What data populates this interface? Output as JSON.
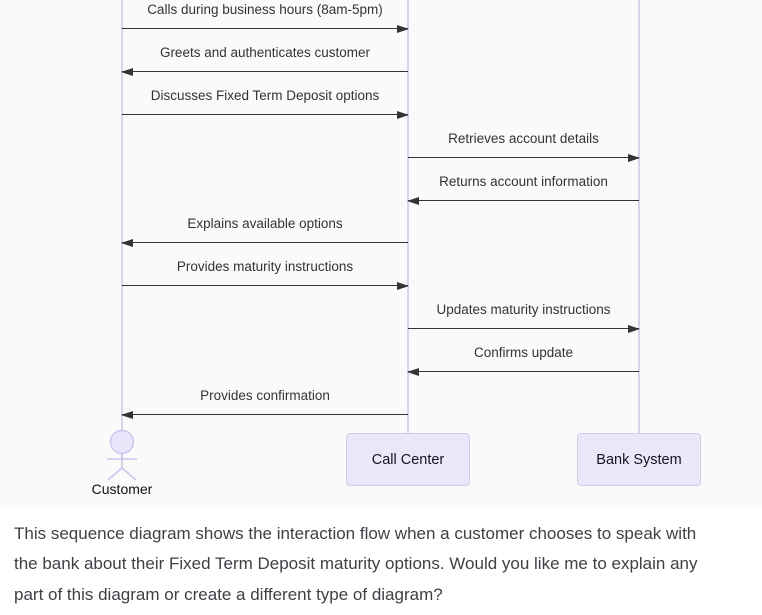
{
  "diagram": {
    "type": "sequence",
    "participants": [
      {
        "name": "Customer",
        "kind": "actor"
      },
      {
        "name": "Call Center",
        "kind": "participant"
      },
      {
        "name": "Bank System",
        "kind": "participant"
      }
    ],
    "messages": [
      {
        "label": "Calls during business hours (8am-5pm)",
        "from": "Customer",
        "to": "Call Center"
      },
      {
        "label": "Greets and authenticates customer",
        "from": "Call Center",
        "to": "Customer"
      },
      {
        "label": "Discusses Fixed Term Deposit options",
        "from": "Customer",
        "to": "Call Center"
      },
      {
        "label": "Retrieves account details",
        "from": "Call Center",
        "to": "Bank System"
      },
      {
        "label": "Returns account information",
        "from": "Bank System",
        "to": "Call Center"
      },
      {
        "label": "Explains available options",
        "from": "Call Center",
        "to": "Customer"
      },
      {
        "label": "Provides maturity instructions",
        "from": "Customer",
        "to": "Call Center"
      },
      {
        "label": "Updates maturity instructions",
        "from": "Call Center",
        "to": "Bank System"
      },
      {
        "label": "Confirms update",
        "from": "Bank System",
        "to": "Call Center"
      },
      {
        "label": "Provides confirmation",
        "from": "Call Center",
        "to": "Customer"
      }
    ],
    "colors": {
      "participant_fill": "#e9e8fb",
      "participant_border": "#cfccec",
      "lifeline": "#d9d2f2",
      "arrow": "#343434",
      "message_text": "#333333",
      "diagram_background": "#fafafb"
    }
  },
  "caption": {
    "lines": [
      "This sequence diagram shows the interaction flow when a customer chooses to speak with",
      "the bank about their Fixed Term Deposit maturity options. Would you like me to explain any",
      "part of this diagram or create a different type of diagram?"
    ]
  }
}
